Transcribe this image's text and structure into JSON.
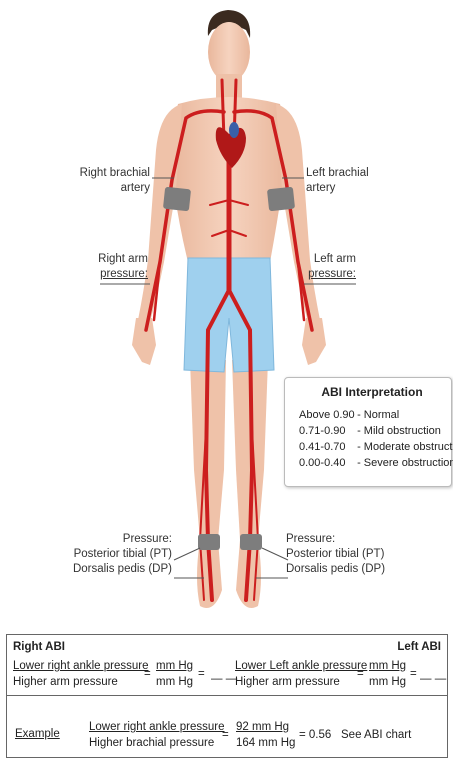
{
  "labels": {
    "right_brachial": [
      "Right brachial",
      "artery"
    ],
    "left_brachial": [
      "Left brachial",
      "artery"
    ],
    "right_arm": [
      "Right arm",
      "pressure:"
    ],
    "left_arm": [
      "Left arm",
      "pressure:"
    ],
    "pt_right": [
      "Pressure:",
      "Posterior tibial (PT)"
    ],
    "dp_right": "Dorsalis pedis (DP)",
    "pt_left": [
      "Pressure:",
      "Posterior tibial (PT)"
    ],
    "dp_left": "Dorsalis pedis (DP)"
  },
  "abi_interpretation": {
    "title": "ABI Interpretation",
    "rows": [
      {
        "range": "Above 0.90",
        "meaning": "- Normal"
      },
      {
        "range": "0.71-0.90",
        "meaning": "- Mild obstruction"
      },
      {
        "range": "0.41-0.70",
        "meaning": "- Moderate obstruction"
      },
      {
        "range": "0.00-0.40",
        "meaning": "- Severe obstruction"
      }
    ]
  },
  "calc": {
    "right_title": "Right ABI",
    "left_title": "Left ABI",
    "right_num": "Lower right ankle pressure",
    "right_den": "Higher arm pressure",
    "unit_num": "mm Hg",
    "unit_den": "mm Hg",
    "equals": "=",
    "blank": "— —",
    "left_num": "Lower Left ankle pressure",
    "left_den": "Higher arm pressure",
    "example": "Example",
    "ex_num": "Lower right ankle pressure",
    "ex_den": "Higher brachial pressure",
    "ex_val_num": "92 mm Hg",
    "ex_val_den": "164 mm Hg",
    "ex_result": "= 0.56",
    "ex_note": "See ABI chart"
  },
  "colors": {
    "skin": "#f2c9b0",
    "artery": "#cc1e1e",
    "shorts": "#9fd0ee",
    "cuff": "#7d7d7d",
    "hair": "#3b2a1f"
  }
}
